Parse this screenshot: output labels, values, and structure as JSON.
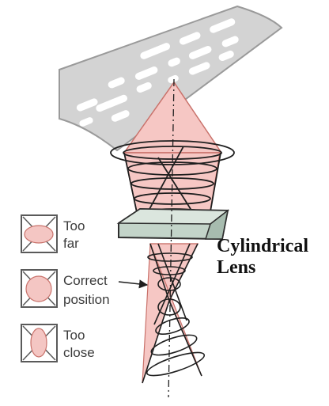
{
  "title_label": {
    "line1": "Cylindrical",
    "line2": "Lens"
  },
  "legend": [
    {
      "line1": "Too",
      "line2": "far",
      "ellipse": "horizontal"
    },
    {
      "line1": "Correct",
      "line2": "position",
      "ellipse": "circle"
    },
    {
      "line1": "Too",
      "line2": "close",
      "ellipse": "vertical"
    }
  ],
  "colors": {
    "disc": "#d3d3d3",
    "disc_outline": "#9a9a9a",
    "pits": "#ffffff",
    "beam": "#f6c7c4",
    "beam_edge": "#c9726b",
    "lens": "#c3d4c9",
    "lens_outline": "#2e2e2e",
    "strokes": "#1e1e1e",
    "legend_fill": "#f4c6c3"
  },
  "icons": [
    "arrow-icon",
    "optical-axis-icon"
  ]
}
